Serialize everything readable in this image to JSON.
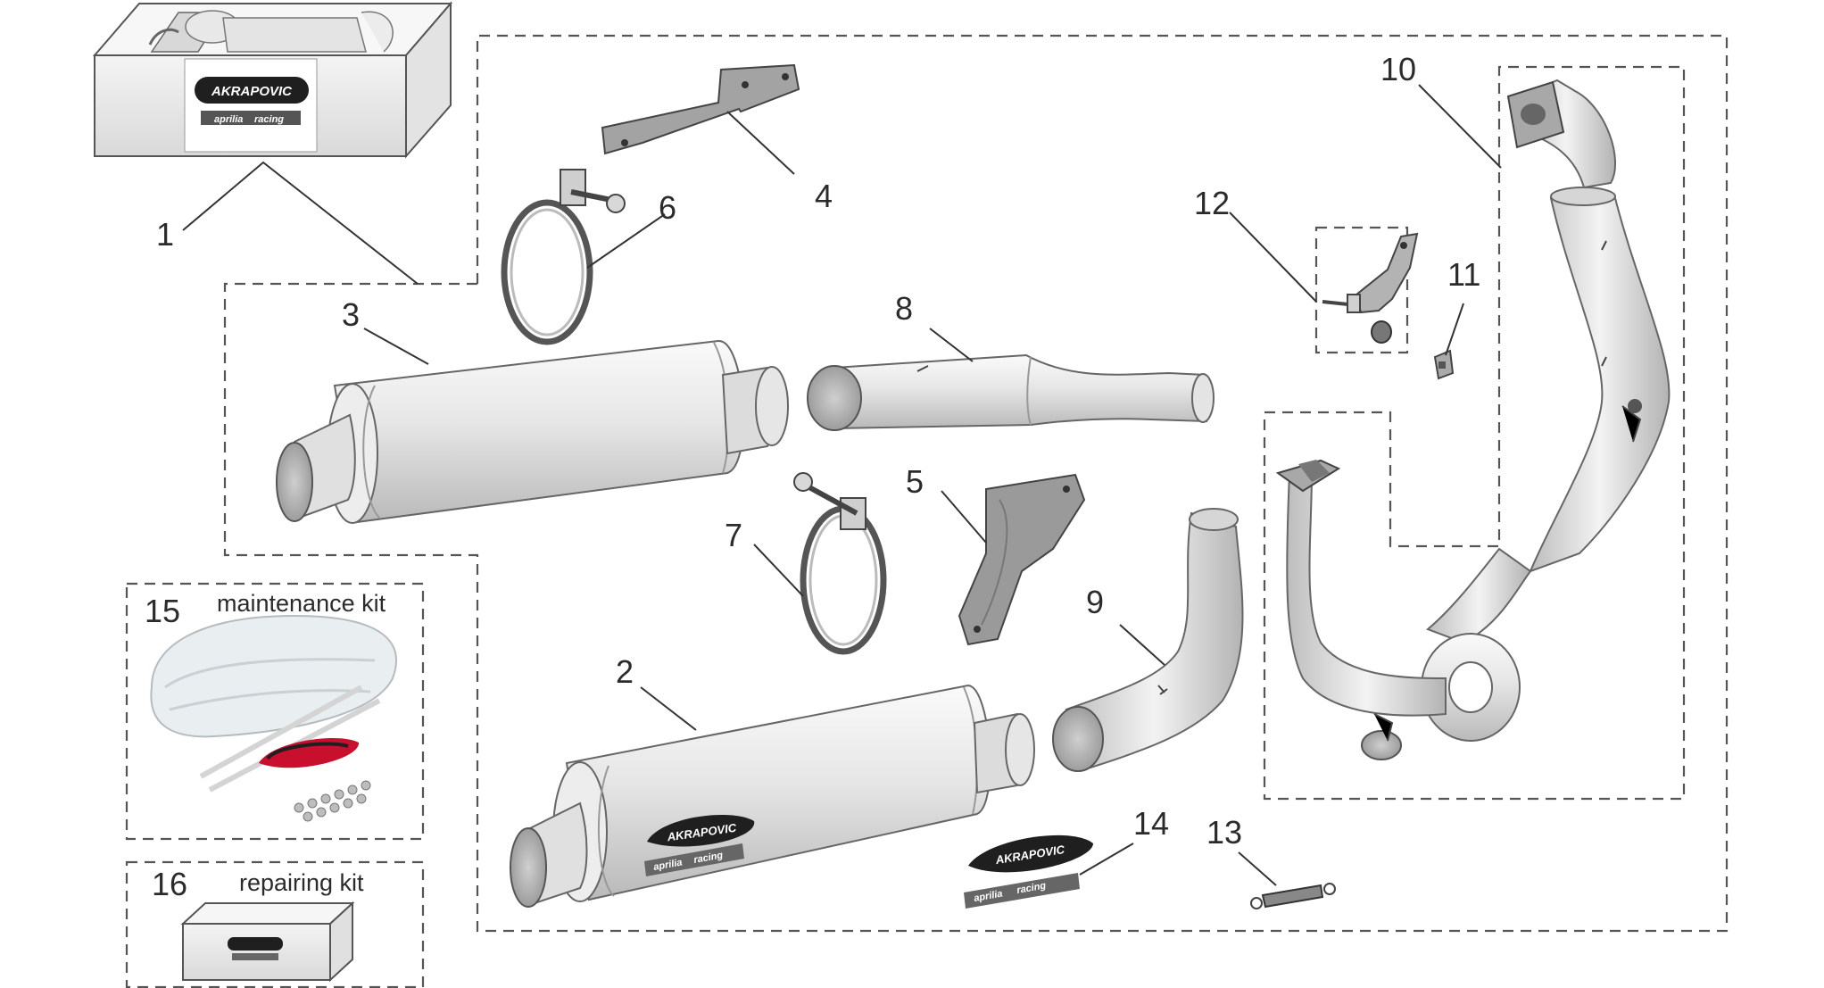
{
  "callouts": {
    "n1": "1",
    "n2": "2",
    "n3": "3",
    "n4": "4",
    "n5": "5",
    "n6": "6",
    "n7": "7",
    "n8": "8",
    "n9": "9",
    "n10": "10",
    "n11": "11",
    "n12": "12",
    "n13": "13",
    "n14": "14",
    "n15": "15",
    "n16": "16"
  },
  "kits": {
    "maintenance": "maintenance kit",
    "repairing": "repairing kit"
  },
  "colors": {
    "line": "#333333",
    "metal_light": "#f2f2f2",
    "metal_dark": "#b8b8b8",
    "bracket": "#9a9a9a",
    "logo_dark": "#1f1f1f",
    "logo_red": "#c8102e"
  },
  "branding": {
    "brand": "AKRAPOVIC",
    "sub_left": "aprilia",
    "sub_right": "racing"
  }
}
